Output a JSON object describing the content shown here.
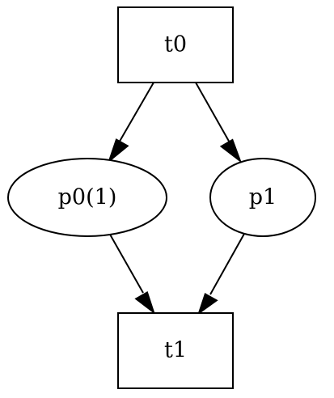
{
  "diagram": {
    "type": "petri-net",
    "nodes": [
      {
        "id": "t0",
        "label": "t0",
        "kind": "transition"
      },
      {
        "id": "p0",
        "label": "p0(1)",
        "kind": "place",
        "tokens": 1
      },
      {
        "id": "p1",
        "label": "p1",
        "kind": "place"
      },
      {
        "id": "t1",
        "label": "t1",
        "kind": "transition"
      }
    ],
    "edges": [
      {
        "from": "t0",
        "to": "p0"
      },
      {
        "from": "t0",
        "to": "p1"
      },
      {
        "from": "p0",
        "to": "t1"
      },
      {
        "from": "p1",
        "to": "t1"
      }
    ],
    "colors": {
      "stroke": "#000000",
      "fill": "#ffffff",
      "background": "#ffffff"
    }
  }
}
